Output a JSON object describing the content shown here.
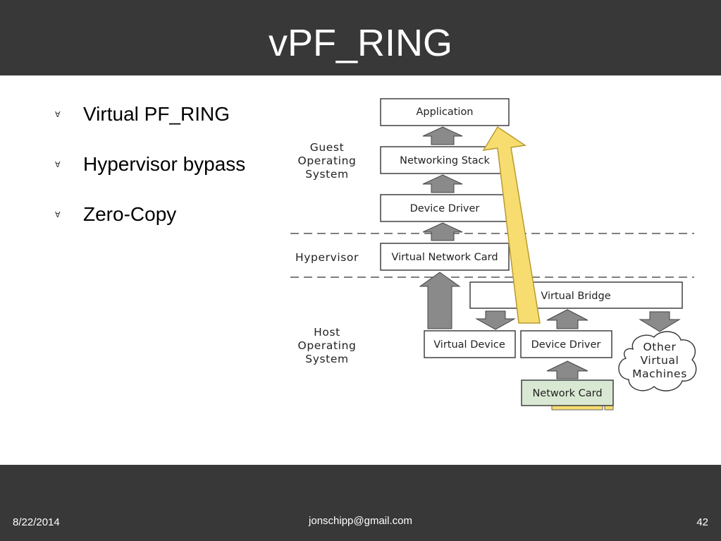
{
  "slide": {
    "title": "vPF_RING",
    "bullets": [
      {
        "text": "Virtual PF_RING"
      },
      {
        "text": "Hypervisor bypass"
      },
      {
        "text": "Zero-Copy"
      }
    ],
    "bullet_marker": "Ɐ"
  },
  "diagram": {
    "sections": {
      "guest": [
        "Guest",
        "Operating",
        "System"
      ],
      "hypervisor": "Hypervisor",
      "host": [
        "Host",
        "Operating",
        "System"
      ]
    },
    "boxes": {
      "application": "Application",
      "networking_stack": "Networking Stack",
      "guest_device_driver": "Device Driver",
      "virtual_network_card": "Virtual Network Card",
      "virtual_bridge": "Virtual Bridge",
      "virtual_device": "Virtual Device",
      "host_device_driver": "Device Driver",
      "network_card": "Network Card"
    },
    "cloud": [
      "Other",
      "Virtual",
      "Machines"
    ],
    "colors": {
      "bypass_arrow": "#f7dc6f",
      "network_card": "#d9e8d2",
      "header": "#383838"
    }
  },
  "footer": {
    "date": "8/22/2014",
    "email": "jonschipp@gmail.com",
    "page": "42"
  }
}
